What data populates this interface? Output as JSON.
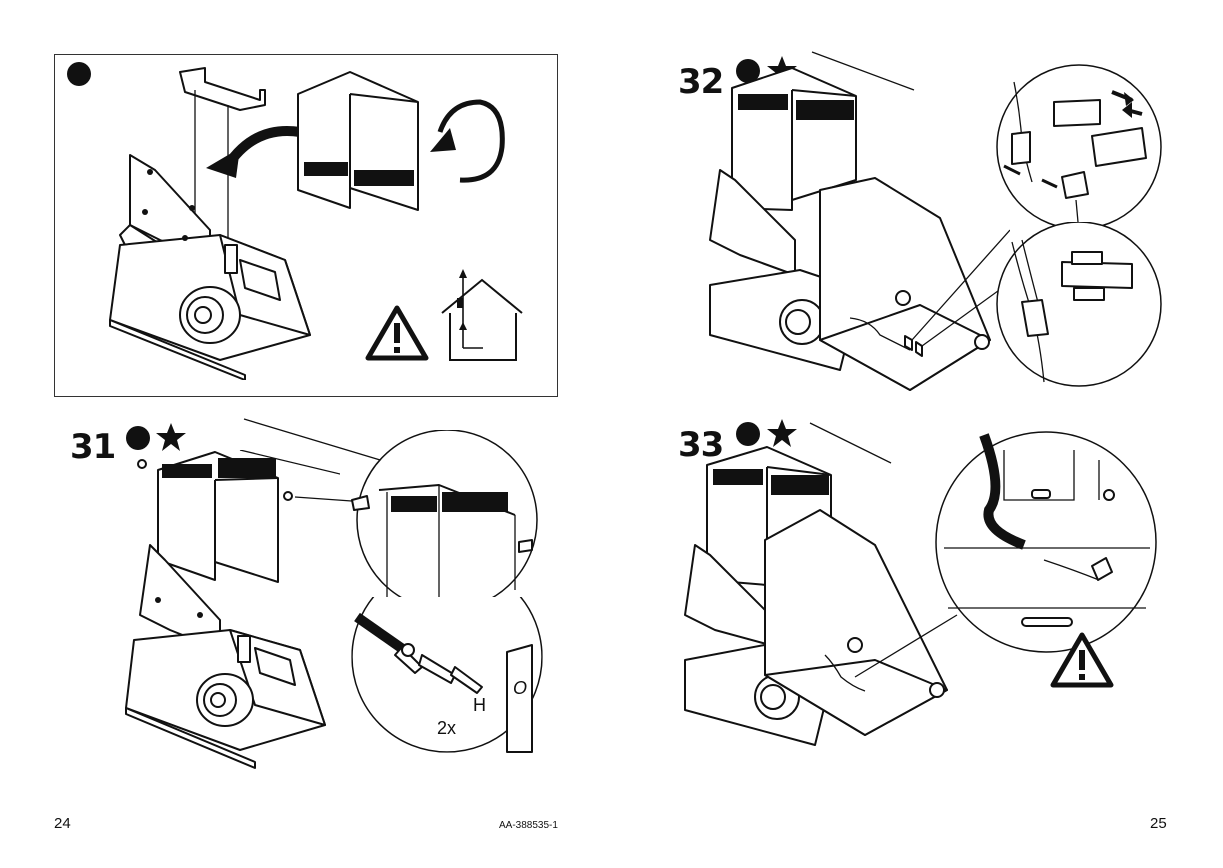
{
  "pages": {
    "left_number": "24",
    "right_number": "25",
    "document_code": "AA-388535-1"
  },
  "steps": [
    {
      "number": "",
      "markers": [
        "circle-icon"
      ]
    },
    {
      "number": "31",
      "markers": [
        "circle-icon",
        "star-icon"
      ],
      "labels": {
        "part": "H",
        "quantity": "2x",
        "wall_letter": "O"
      }
    },
    {
      "number": "32",
      "markers": [
        "circle-icon",
        "star-icon"
      ]
    },
    {
      "number": "33",
      "markers": [
        "circle-icon",
        "star-icon"
      ]
    }
  ],
  "icons": [
    "warning-triangle-icon",
    "house-chimney-icon",
    "rotate-arrow-icon",
    "screwdriver-icon",
    "screw-icon",
    "connector-plug-icon"
  ],
  "colors": {
    "ink": "#111111",
    "paper": "#ffffff"
  }
}
